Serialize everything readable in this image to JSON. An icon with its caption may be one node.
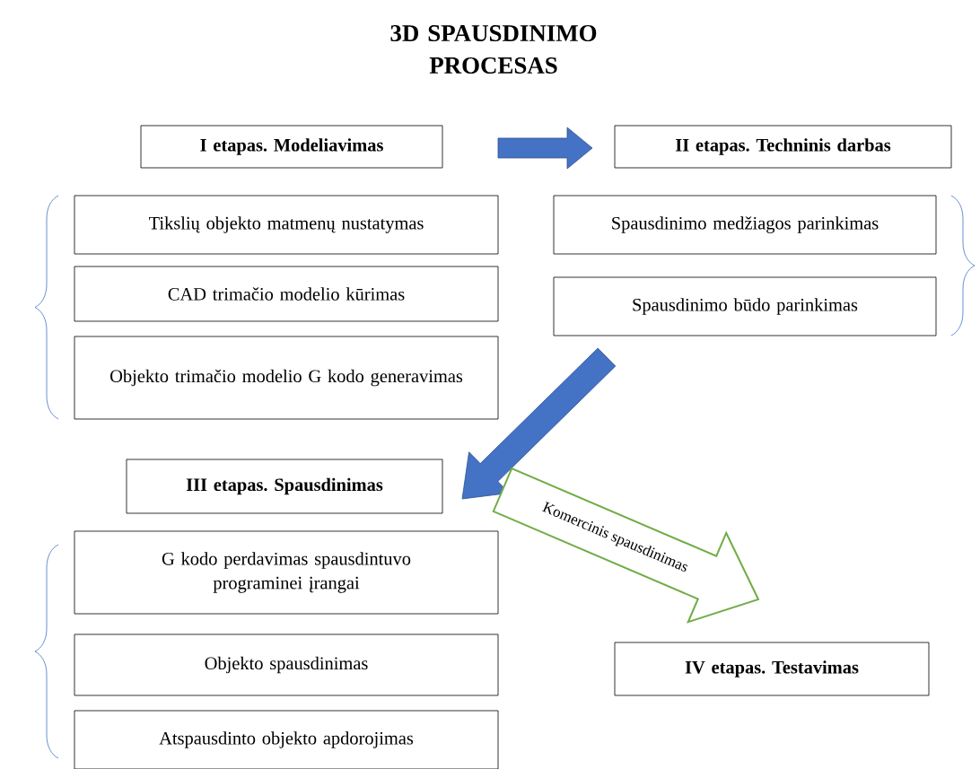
{
  "diagram": {
    "title": "3D SPAUSDINIMO PROCESAS",
    "nodes": [
      {
        "text": [
          "I etapas. Modeliavimas"
        ]
      },
      {
        "text": [
          "II etapas. Techninis darbas"
        ]
      },
      {
        "text": [
          "Tikslių objekto matmenų nustatymas"
        ]
      },
      {
        "text": [
          "CAD trimačio modelio kūrimas"
        ]
      },
      {
        "text": [
          "Objekto trimačio modelio G kodo generavimas"
        ]
      },
      {
        "text": [
          "Spausdinimo medžiagos parinkimas"
        ]
      },
      {
        "text": [
          "Spausdinimo būdo parinkimas"
        ]
      },
      {
        "text": [
          "III etapas. Spausdinimas"
        ]
      },
      {
        "text": [
          "G kodo perdavimas spausdintuvo programinei įrangai"
        ]
      },
      {
        "text": [
          "Objekto spausdinimas"
        ]
      },
      {
        "text": [
          "Atspausdinto objekto apdorojimas"
        ]
      },
      {
        "text": [
          "IV etapas. Testavimas"
        ]
      }
    ],
    "edges": [
      {
        "from": 0,
        "to": 1,
        "arrow": "to"
      },
      {
        "from": 6,
        "to": 7,
        "arrow": "to"
      },
      {
        "from": 7,
        "to": 11,
        "arrow": "to",
        "label": "Komercinis spausdinimas",
        "color": "#70ad47"
      }
    ]
  }
}
